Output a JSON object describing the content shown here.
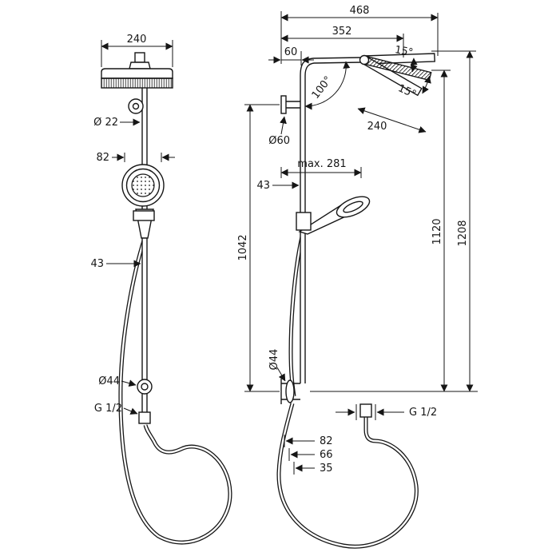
{
  "drawing": {
    "kind": "shower-system-dimensional-drawing",
    "colors": {
      "line": "#161616",
      "background": "#ffffff"
    },
    "front_view": {
      "head_width": "240",
      "pipe_diameter": "Ø 22",
      "handshower_width": "82",
      "wall_offset": "43",
      "escutcheon_diameter": "Ø44",
      "thread": "G 1/2"
    },
    "side_view": {
      "reach_total": "468",
      "reach_arm": "352",
      "top_offset": "60",
      "arm_angle": "100°",
      "tilt_upper": "15°",
      "tilt_lower": "15°",
      "head_depth": "240",
      "bracket_diameter": "Ø60",
      "holder_reach": "max. 281",
      "wall_offset": "43",
      "height_pipe": "1042",
      "height_head": "1120",
      "height_total": "1208",
      "escutcheon_diameter": "Ø44",
      "fitting_82": "82",
      "fitting_66": "66",
      "fitting_35": "35",
      "thread": "G 1/2"
    }
  }
}
